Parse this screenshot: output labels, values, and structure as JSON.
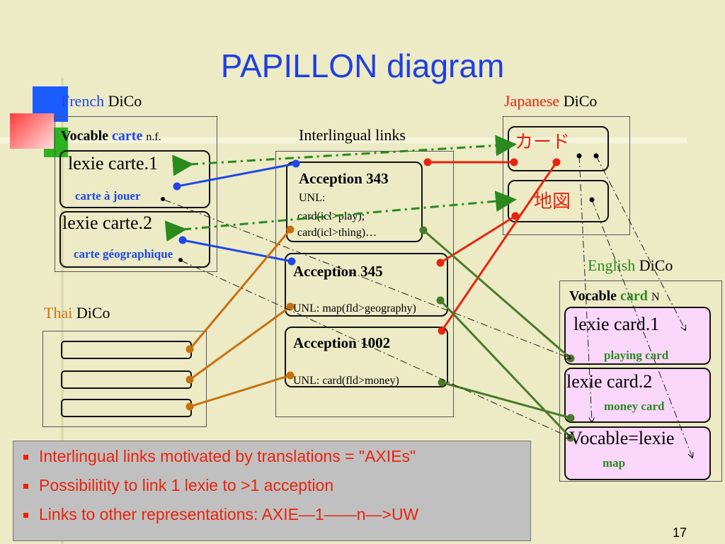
{
  "slide": {
    "title": "PAPILLON diagram",
    "page_number": "17"
  },
  "french": {
    "lang": "French",
    "dico": "DiCo",
    "vocable_word": "Vocable",
    "vocable_entry": "carte",
    "pos": "n.f.",
    "lexie1": "lexie carte.1",
    "lexie1_sense": "carte à jouer",
    "lexie2": "lexie carte.2",
    "lexie2_sense": "carte géographique"
  },
  "interlingual": {
    "label": "Interlingual links",
    "acc343_title": "Acception 343",
    "acc343_unl1": "UNL:",
    "acc343_unl2": "card(icl>play);",
    "acc343_unl3": "card(icl>thing)…",
    "acc345_title": "Acception 345",
    "acc345_unl": "UNL: map(fld>geography)",
    "acc1002_title": "Acception 1002",
    "acc1002_unl": "UNL: card(fld>money)"
  },
  "japanese": {
    "lang": "Japanese",
    "dico": "DiCo",
    "entry1": "カード",
    "entry2": "地図"
  },
  "thai": {
    "lang": "Thai",
    "dico": "DiCo"
  },
  "english": {
    "lang": "English",
    "dico": "DiCo",
    "vocable_word": "Vocable",
    "vocable_entry": "card",
    "pos": "N",
    "lexie1": "lexie card.1",
    "lexie1_sense": "playing card",
    "lexie2": "lexie card.2",
    "lexie2_sense": "money card",
    "lexie3": "Vocable=lexie",
    "lexie3_sense": "map"
  },
  "bullets": [
    "Interlingual links motivated by translations = \"AXIEs\"",
    "Possibilitity to link 1 lexie to >1 acception",
    "Links to other representations: AXIE—1——n—>UW"
  ],
  "colors": {
    "title": "#1f3fe0",
    "red": "#e8230e",
    "green": "#2a8a1e",
    "blue": "#1f47e6",
    "orange": "#c8700e",
    "dark_green_line": "#4a7a2a"
  }
}
